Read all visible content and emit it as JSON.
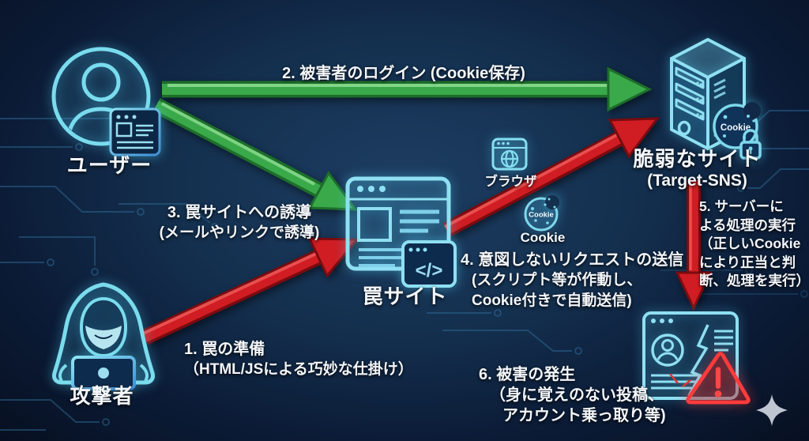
{
  "nodes": {
    "user": {
      "label": "ユーザー"
    },
    "attacker": {
      "label": "攻撃者"
    },
    "trap_site": {
      "label": "罠サイト",
      "code_glyph": "</>"
    },
    "vulnerable_site": {
      "label": "脆弱なサイト",
      "sublabel": "(Target-SNS)",
      "cookie_badge": "Cookie"
    },
    "browser": {
      "label": "ブラウザ"
    },
    "cookie": {
      "label": "Cookie",
      "badge_text": "Cookie"
    }
  },
  "steps": [
    {
      "lines": [
        "1. 罠の準備",
        "（HTML/JSによる巧妙な仕掛け）"
      ]
    },
    {
      "lines": [
        "2. 被害者のログイン (Cookie保存)"
      ]
    },
    {
      "lines": [
        "3. 罠サイトへの誘導",
        "(メールやリンクで誘導)"
      ]
    },
    {
      "lines": [
        "4. 意図しないリクエストの送信",
        "(スクリプト等が作動し、",
        "Cookie付きで自動送信)"
      ]
    },
    {
      "lines": [
        "5. サーバーに",
        "よる処理の実行",
        "（正しいCookie",
        "により正当と判",
        "断、処理を実行）"
      ]
    },
    {
      "lines": [
        "6. 被害の発生",
        "（身に覚えのない投稿、",
        "アカウント乗っ取り等)"
      ]
    }
  ],
  "colors": {
    "background_center": "#1d3d62",
    "background_edge": "#071021",
    "icon_cyan": "#7fdcef",
    "arrow_green": "#3aa94a",
    "arrow_red": "#cf1d23",
    "warning_red": "#ff3b3b",
    "text": "#f3f6fa",
    "circuit": "#2e6b96",
    "sparkle": "#c9cfda"
  }
}
